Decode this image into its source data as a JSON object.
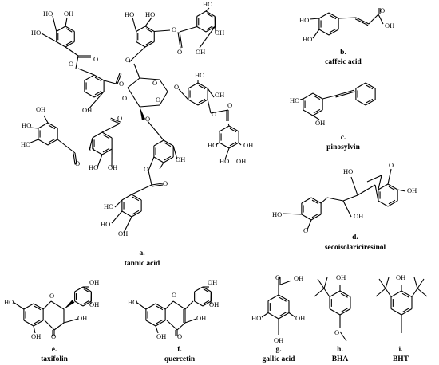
{
  "atoms": {
    "oh": "OH",
    "ho": "HO",
    "o": "O"
  },
  "captions": {
    "a_letter": "a.",
    "a_name": "tannic acid",
    "b_letter": "b.",
    "b_name": "caffeic acid",
    "c_letter": "c.",
    "c_name": "pinosylvin",
    "d_letter": "d.",
    "d_name": "secoisolariciresinol",
    "e_letter": "e.",
    "e_name": "taxifolin",
    "f_letter": "f.",
    "f_name": "quercetin",
    "g_letter": "g.",
    "g_name": "gallic acid",
    "h_letter": "h.",
    "h_name": "BHA",
    "i_letter": "i.",
    "i_name": "BHT"
  }
}
